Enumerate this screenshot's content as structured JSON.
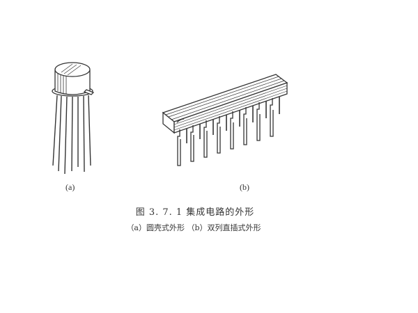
{
  "labels": {
    "a": "(a)",
    "b": "(b)"
  },
  "caption": {
    "title": "图 3. 7. 1   集成电路的外形",
    "subtitle": "（a）圆壳式外形   （b）双列直插式外形"
  }
}
